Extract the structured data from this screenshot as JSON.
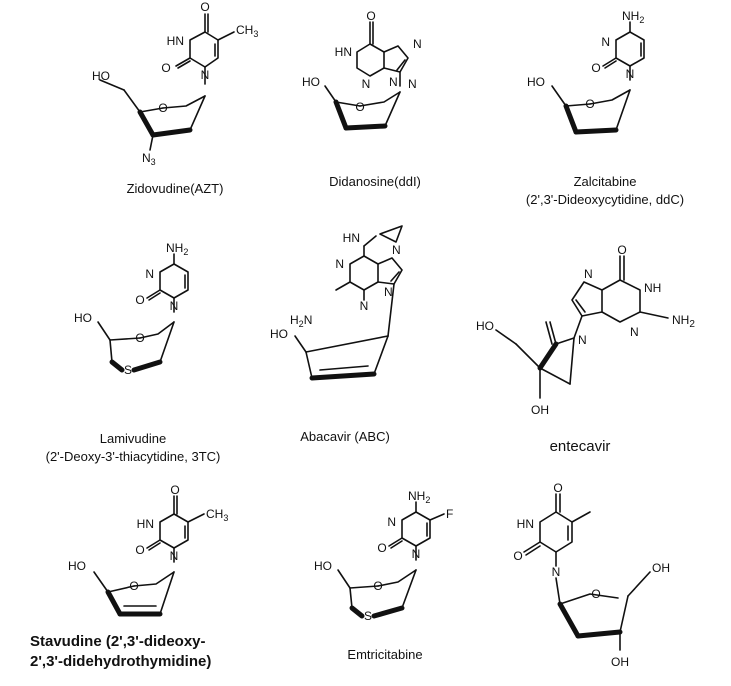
{
  "atoms": {
    "ho": "HO",
    "oh": "OH",
    "o": "O",
    "n": "N",
    "s": "S",
    "hn": "HN",
    "nh": "NH",
    "nh2": "NH",
    "sub2": "2",
    "sub3": "3",
    "ch3": "CH",
    "n3": "N",
    "h2n": "H",
    "h2n_n": "N",
    "f": "F"
  },
  "captions": {
    "zidovudine": "Zidovudine(AZT)",
    "didanosine": "Didanosine(ddI)",
    "zalcitabine_1": "Zalcitabine",
    "zalcitabine_2": "(2',3'-Dideoxycytidine, ddC)",
    "lamivudine_1": "Lamivudine",
    "lamivudine_2": "(2'-Deoxy-3'-thiacytidine, 3TC)",
    "abacavir": "Abacavir (ABC)",
    "entecavir": "entecavir",
    "stavudine_1": "Stavudine (2',3'-dideoxy-",
    "stavudine_2": "2',3'-didehydrothymidine)",
    "emtricitabine": "Emtricitabine"
  }
}
